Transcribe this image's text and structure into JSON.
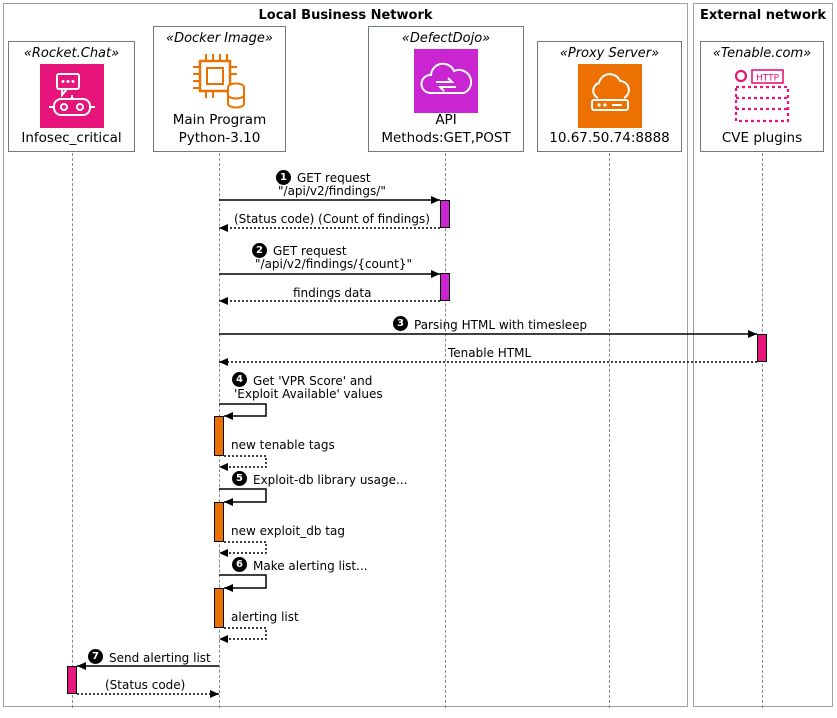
{
  "boxes": {
    "local": "Local Business Network",
    "external": "External network"
  },
  "participants": [
    {
      "stereotype": "«Rocket.Chat»",
      "lines": [
        "Infosec_critical"
      ],
      "icon": "rocket-chat-bot-icon",
      "color": "#e7157b"
    },
    {
      "stereotype": "«Docker Image»",
      "lines": [
        "Main Program",
        "Python-3.10"
      ],
      "icon": "chip-database-icon",
      "color": "#ed7100"
    },
    {
      "stereotype": "«DefectDojo»",
      "lines": [
        "API",
        "Methods:GET,POST"
      ],
      "icon": "cloud-sync-icon",
      "color": "#c925d1"
    },
    {
      "stereotype": "«Proxy Server»",
      "lines": [
        "10.67.50.74:8888"
      ],
      "icon": "cloud-router-icon",
      "color": "#ed7100"
    },
    {
      "stereotype": "«Tenable.com»",
      "lines": [
        "CVE plugins"
      ],
      "icon": "http-icon",
      "color": "#e7157b",
      "http_text": "HTTP"
    }
  ],
  "messages": {
    "m1": {
      "num": "1",
      "line1": "GET request",
      "line2": "\"/api/v2/findings/\""
    },
    "r1": "(Status code) (Count of findings)",
    "m2": {
      "num": "2",
      "line1": "GET request",
      "line2": "\"/api/v2/findings/{count}\""
    },
    "r2": "findings data",
    "m3": {
      "num": "3",
      "line1": "Parsing HTML with timesleep"
    },
    "r3": "Tenable HTML",
    "m4": {
      "num": "4",
      "line1": "Get 'VPR Score' and",
      "line2": "'Exploit Available' values"
    },
    "r4": "new tenable tags",
    "m5": {
      "num": "5",
      "line1": "Exploit-db library usage..."
    },
    "r5": "new exploit_db tag",
    "m6": {
      "num": "6",
      "line1": "Make alerting list..."
    },
    "r6": "alerting list",
    "m7": {
      "num": "7",
      "line1": "Send alerting list"
    },
    "r7": "(Status code)"
  },
  "colors": {
    "magenta": "#e7157b",
    "purple": "#c925d1",
    "orange": "#ed7100"
  }
}
